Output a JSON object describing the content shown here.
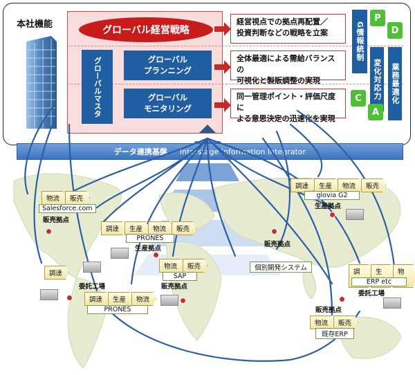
{
  "hq": {
    "title": "本社機能",
    "strategy": "グローバル経営戦略",
    "master": "グローバルマスタ",
    "planning": "グローバル\nプランニング",
    "monitoring": "グローバル\nモニタリング",
    "benefits": [
      "経営視点での拠点再配置／\n投資判断などの戦略を立案",
      "全体最適による需給バランスの\n可視化と製販調整の実現",
      "同一管理ポイント・評価尺度に\nよる意思決定の迅速化を実現"
    ],
    "columns": [
      "G情報統制",
      "変化対応力",
      "業務最適化"
    ],
    "pdca": {
      "p": "P",
      "d": "D",
      "c": "C",
      "a": "A"
    }
  },
  "band": {
    "label_ja": "データ連携基盤",
    "label_en": "Interstage Information Integrator"
  },
  "sites": [
    {
      "steps": [
        "物流",
        "販売"
      ],
      "system": "Salesforce.com",
      "label": "販売拠点"
    },
    {
      "steps": [
        "調達",
        "生産",
        "物流",
        "販売"
      ],
      "system": "PRONES",
      "label": "生産拠点"
    },
    {
      "steps": [
        "調達"
      ],
      "system": "",
      "label": "委託工場"
    },
    {
      "steps": [
        "調達",
        "生産",
        "物流"
      ],
      "system": "PRONES",
      "label": ""
    },
    {
      "steps": [
        "物流",
        "販売"
      ],
      "system": "SAP",
      "label": "販売拠点"
    },
    {
      "steps": [
        "調達",
        "生産",
        "物流",
        "販売"
      ],
      "system": "glovia G2",
      "label": "生産拠点"
    },
    {
      "steps": [],
      "system": "個別開発システム",
      "label": "販売拠点"
    },
    {
      "steps": [
        "調達",
        "生産",
        "物流"
      ],
      "system": "ERP etc",
      "label": "委託工場"
    },
    {
      "steps": [
        "物流",
        "販売"
      ],
      "system": "既存ERP",
      "label": "販売拠点"
    }
  ]
}
